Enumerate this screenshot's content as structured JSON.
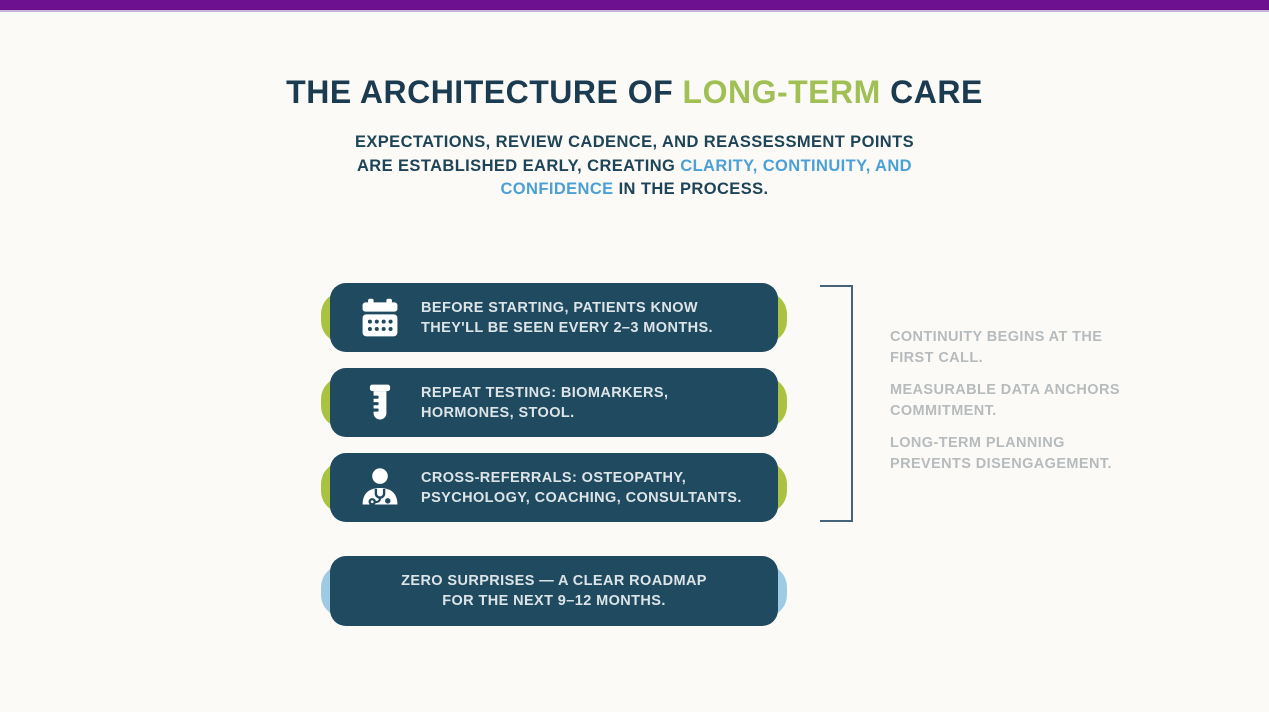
{
  "colors": {
    "top_bar": "#6E1191",
    "background": "#FCFAF6",
    "card_background": "#1F4A5F",
    "card_text": "#DCE4E8",
    "green_accent": "#A9C23F",
    "blue_accent": "#9FCAE4",
    "title_dark": "#1B3B51",
    "title_green": "#A0BF54",
    "subtitle_blue": "#4BA0D6",
    "note_gray": "#B6BBBE",
    "bracket": "#45647A"
  },
  "header": {
    "title": {
      "part1": "THE ARCHITECTURE OF",
      "highlight": "LONG-TERM",
      "part2": "CARE"
    },
    "subtitle": {
      "line1": "EXPECTATIONS, REVIEW CADENCE, AND REASSESSMENT POINTS",
      "line2_dark": "ARE ESTABLISHED EARLY, CREATING",
      "line2_blue": "CLARITY, CONTINUITY, AND",
      "line3_blue": "CONFIDENCE",
      "line3_dark": "IN THE PROCESS."
    }
  },
  "cards": [
    {
      "icon": "calendar-icon",
      "lines": [
        "BEFORE STARTING, PATIENTS KNOW",
        "THEY'LL BE SEEN EVERY 2–3 MONTHS."
      ]
    },
    {
      "icon": "test-tube-icon",
      "lines": [
        "REPEAT TESTING: BIOMARKERS,",
        "HORMONES, STOOL."
      ]
    },
    {
      "icon": "doctor-icon",
      "lines": [
        "CROSS-REFERRALS: OSTEOPATHY,",
        "PSYCHOLOGY, COACHING, CONSULTANTS."
      ]
    }
  ],
  "summary_card": {
    "lines": [
      "ZERO SURPRISES — A CLEAR ROADMAP",
      "FOR THE NEXT 9–12 MONTHS."
    ]
  },
  "notes": [
    {
      "lines": [
        "CONTINUITY BEGINS AT THE",
        "FIRST CALL."
      ]
    },
    {
      "lines": [
        "MEASURABLE DATA ANCHORS",
        "COMMITMENT."
      ]
    },
    {
      "lines": [
        "LONG-TERM PLANNING",
        "PREVENTS DISENGAGEMENT."
      ]
    }
  ]
}
